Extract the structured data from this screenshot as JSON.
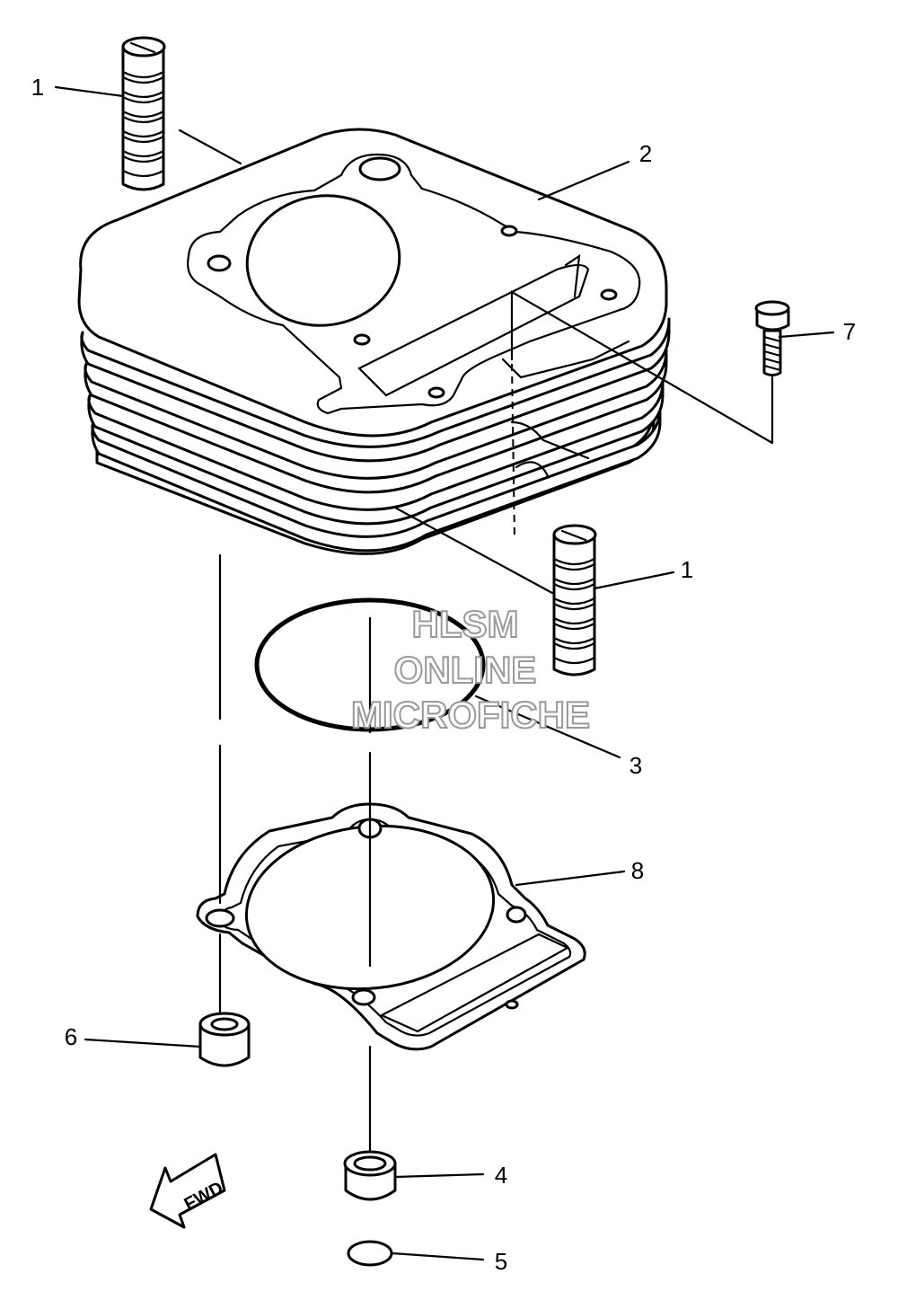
{
  "diagram": {
    "callouts": [
      {
        "id": "callout-1-top",
        "text": "1"
      },
      {
        "id": "callout-2",
        "text": "2"
      },
      {
        "id": "callout-7",
        "text": "7"
      },
      {
        "id": "callout-1-mid",
        "text": "1"
      },
      {
        "id": "callout-3",
        "text": "3"
      },
      {
        "id": "callout-8",
        "text": "8"
      },
      {
        "id": "callout-6",
        "text": "6"
      },
      {
        "id": "callout-4",
        "text": "4"
      },
      {
        "id": "callout-5",
        "text": "5"
      }
    ],
    "fwd_arrow_label": "FWD",
    "watermark": [
      "HLSM",
      "ONLINE",
      "MICROFICHE"
    ]
  }
}
